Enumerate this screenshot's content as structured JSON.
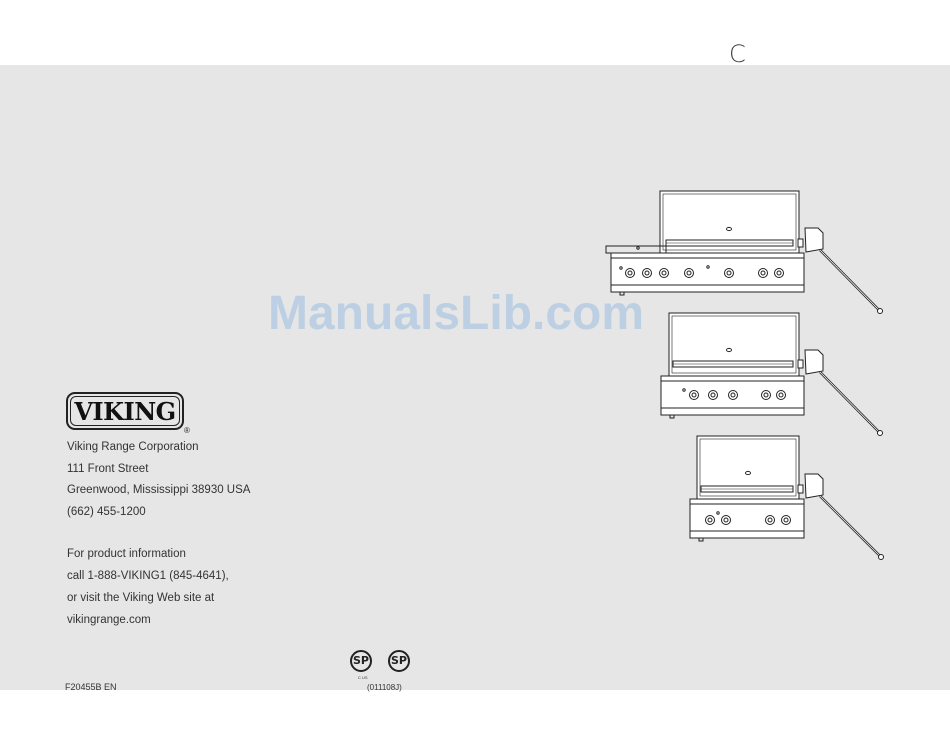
{
  "header": {
    "corner_letter": "C"
  },
  "brand": {
    "name": "VIKING",
    "registered_mark": "®"
  },
  "address": [
    "Viking Range Corporation",
    "111 Front Street",
    "Greenwood, Mississippi 38930 USA",
    "(662) 455-1200"
  ],
  "product_info": [
    "For product information",
    "call 1-888-VIKING1 (845-4641),",
    "or visit the Viking Web site at",
    "vikingrange.com"
  ],
  "footer": {
    "document_code": "F20455B EN",
    "certification_code": "(011108J)",
    "cert_mark_text": "SP",
    "cert_mark_subscript": "C US"
  },
  "watermark": {
    "text": "ManualsLib.com"
  },
  "colors": {
    "panel": "#e6e6e6",
    "ink": "#222222",
    "watermark": "#8cb4e1"
  }
}
